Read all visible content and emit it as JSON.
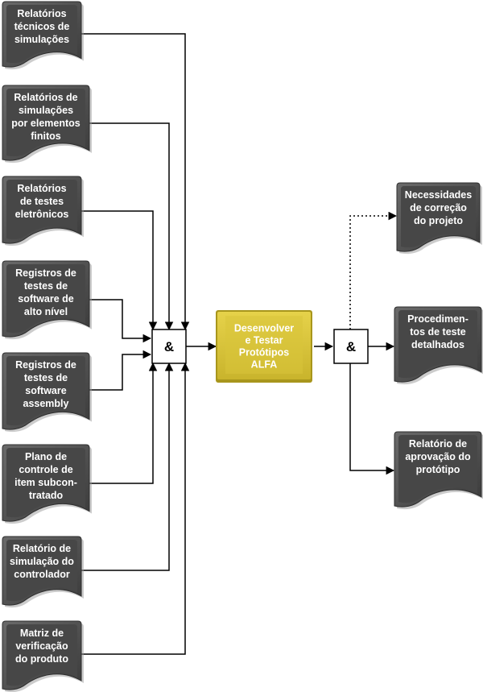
{
  "inputs": [
    {
      "lines": [
        "Relatórios",
        "técnicos de",
        "simulações"
      ]
    },
    {
      "lines": [
        "Relatórios de",
        "simulações",
        "por elementos",
        "finitos"
      ]
    },
    {
      "lines": [
        "Relatórios",
        "de testes",
        "eletrônicos"
      ]
    },
    {
      "lines": [
        "Registros de",
        "testes de",
        "software de",
        "alto nível"
      ]
    },
    {
      "lines": [
        "Registros de",
        "testes de",
        "software",
        "assembly"
      ]
    },
    {
      "lines": [
        "Plano de",
        "controle de",
        "item subcon-",
        "tratado"
      ]
    },
    {
      "lines": [
        "Relatório de",
        "simulação do",
        "controlador"
      ]
    },
    {
      "lines": [
        "Matriz de",
        "verificação",
        "do produto"
      ]
    }
  ],
  "process": {
    "lines": [
      "Desenvolver",
      "e Testar",
      "Protótipos",
      "ALFA"
    ],
    "color": "#d8c43a"
  },
  "gates": {
    "input_gate": "&",
    "output_gate": "&"
  },
  "outputs": [
    {
      "lines": [
        "Necessidades",
        "de correção",
        "do projeto"
      ],
      "connector": "dotted"
    },
    {
      "lines": [
        "Procedimen-",
        "tos de teste",
        "detalhados"
      ],
      "connector": "solid"
    },
    {
      "lines": [
        "Relatório de",
        "aprovação do",
        "protótipo"
      ],
      "connector": "solid"
    }
  ],
  "colors": {
    "document": "#4a4a4a",
    "document_edge": "#6e6e6e",
    "line": "#000000"
  }
}
